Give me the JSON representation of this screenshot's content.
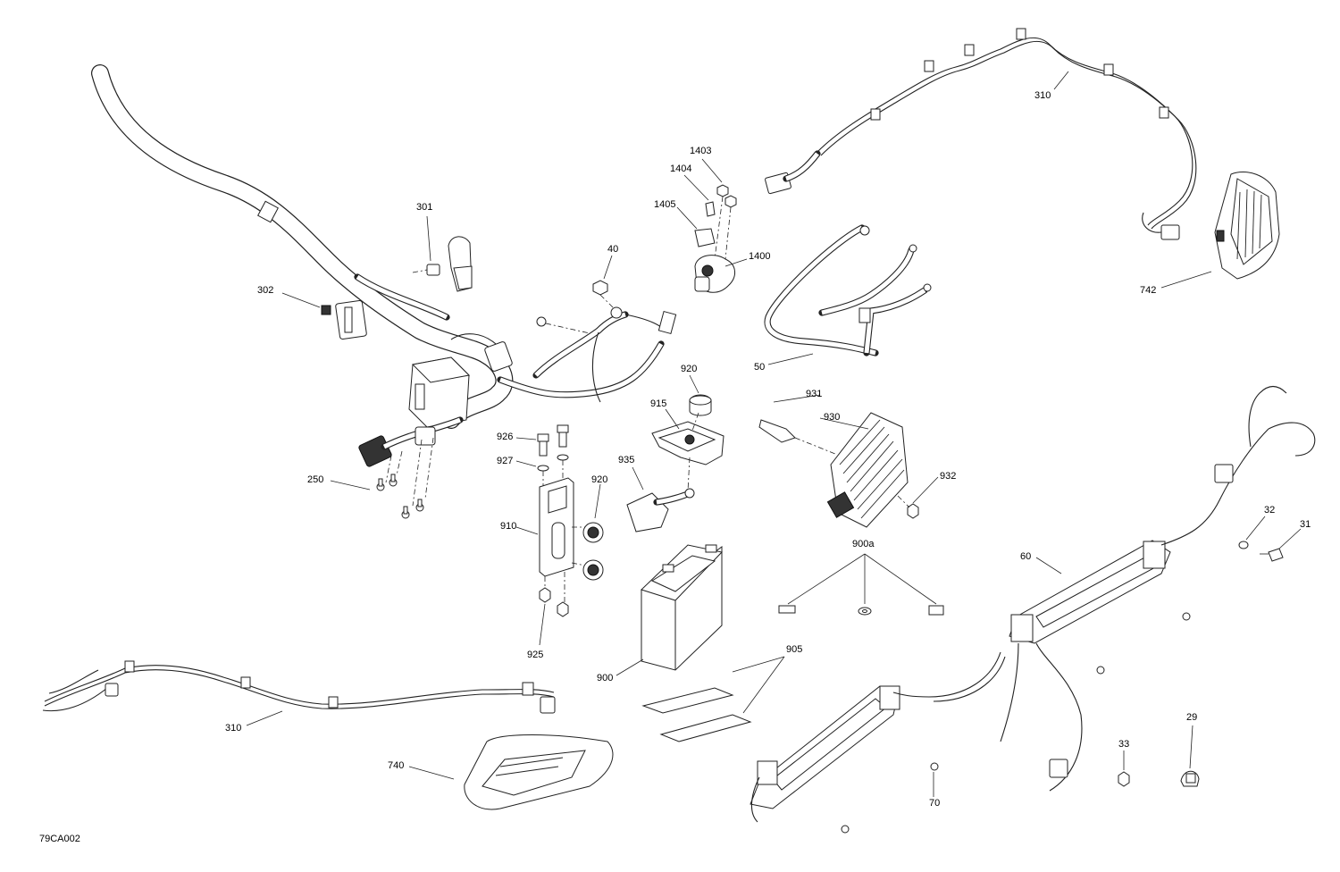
{
  "figure_id": "79CA002",
  "callouts": [
    {
      "key": "c301",
      "label": "301"
    },
    {
      "key": "c302",
      "label": "302"
    },
    {
      "key": "c250",
      "label": "250"
    },
    {
      "key": "c40",
      "label": "40"
    },
    {
      "key": "c1403",
      "label": "1403"
    },
    {
      "key": "c1404",
      "label": "1404"
    },
    {
      "key": "c1405",
      "label": "1405"
    },
    {
      "key": "c1400",
      "label": "1400"
    },
    {
      "key": "c50",
      "label": "50"
    },
    {
      "key": "c310top",
      "label": "310"
    },
    {
      "key": "c742",
      "label": "742"
    },
    {
      "key": "c920a",
      "label": "920"
    },
    {
      "key": "c915",
      "label": "915"
    },
    {
      "key": "c926",
      "label": "926"
    },
    {
      "key": "c927",
      "label": "927"
    },
    {
      "key": "c935",
      "label": "935"
    },
    {
      "key": "c920b",
      "label": "920"
    },
    {
      "key": "c910",
      "label": "910"
    },
    {
      "key": "c925",
      "label": "925"
    },
    {
      "key": "c931",
      "label": "931"
    },
    {
      "key": "c930",
      "label": "930"
    },
    {
      "key": "c932",
      "label": "932"
    },
    {
      "key": "c900a",
      "label": "900a"
    },
    {
      "key": "c900",
      "label": "900"
    },
    {
      "key": "c905",
      "label": "905"
    },
    {
      "key": "c32",
      "label": "32"
    },
    {
      "key": "c31",
      "label": "31"
    },
    {
      "key": "c60",
      "label": "60"
    },
    {
      "key": "c29",
      "label": "29"
    },
    {
      "key": "c33",
      "label": "33"
    },
    {
      "key": "c70",
      "label": "70"
    },
    {
      "key": "c310bot",
      "label": "310"
    },
    {
      "key": "c740",
      "label": "740"
    }
  ]
}
